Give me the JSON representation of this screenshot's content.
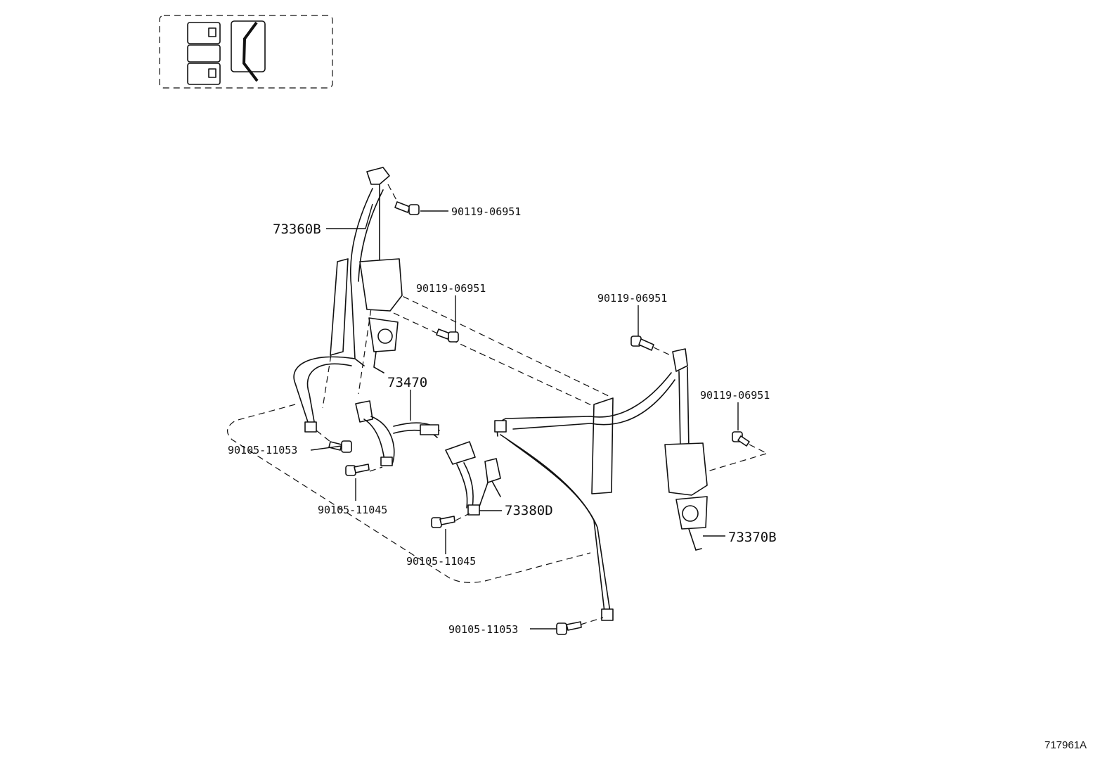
{
  "diagram": {
    "figure_id": "717961A",
    "labels": {
      "p73360b": "73360B",
      "p73470": "73470",
      "p73380d": "73380D",
      "p73370b": "73370B",
      "bolt_top": "90119-06951",
      "bolt_mid_left": "90119-06951",
      "bolt_mid_right": "90119-06951",
      "bolt_far_right": "90119-06951",
      "bolt_left_anchor": "90105-11053",
      "bolt_buckle_left": "90105-11045",
      "bolt_buckle_right": "90105-11045",
      "bolt_bottom_anchor": "90105-11053"
    },
    "colors": {
      "line": "#111111",
      "background": "#ffffff"
    }
  }
}
